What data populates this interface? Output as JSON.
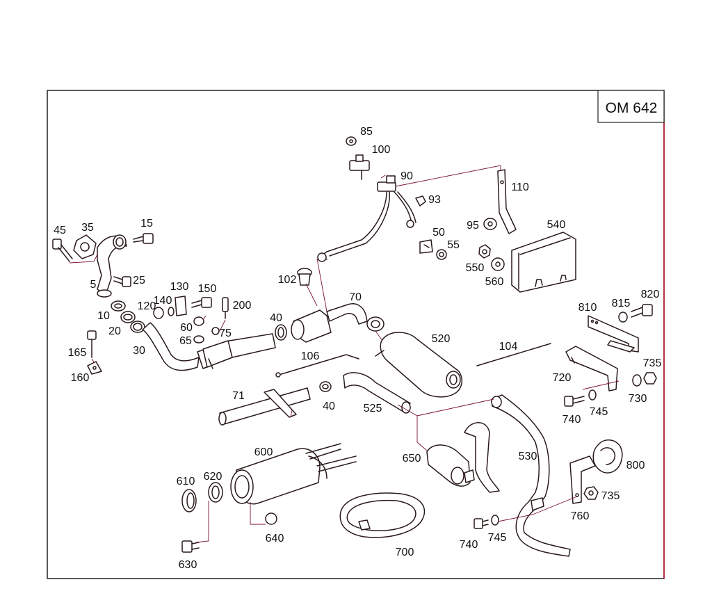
{
  "diagram": {
    "engine_code": "OM 642",
    "colors": {
      "line": "#2a1a1a",
      "leader": "#7a1030",
      "frame_accent": "#c0102a",
      "background": "#ffffff"
    },
    "callouts": [
      {
        "id": "c85",
        "text": "85"
      },
      {
        "id": "c100",
        "text": "100"
      },
      {
        "id": "c90",
        "text": "90"
      },
      {
        "id": "c110",
        "text": "110"
      },
      {
        "id": "c93",
        "text": "93"
      },
      {
        "id": "c45",
        "text": "45"
      },
      {
        "id": "c35",
        "text": "35"
      },
      {
        "id": "c15",
        "text": "15"
      },
      {
        "id": "c50",
        "text": "50"
      },
      {
        "id": "c95",
        "text": "95"
      },
      {
        "id": "c540",
        "text": "540"
      },
      {
        "id": "c55",
        "text": "55"
      },
      {
        "id": "c5",
        "text": "5"
      },
      {
        "id": "c25",
        "text": "25"
      },
      {
        "id": "c102",
        "text": "102"
      },
      {
        "id": "c550",
        "text": "550"
      },
      {
        "id": "c560",
        "text": "560"
      },
      {
        "id": "c130",
        "text": "130"
      },
      {
        "id": "c150",
        "text": "150"
      },
      {
        "id": "c140",
        "text": "140"
      },
      {
        "id": "c200",
        "text": "200"
      },
      {
        "id": "c10",
        "text": "10"
      },
      {
        "id": "c120",
        "text": "120"
      },
      {
        "id": "c70",
        "text": "70"
      },
      {
        "id": "c810",
        "text": "810"
      },
      {
        "id": "c815",
        "text": "815"
      },
      {
        "id": "c820",
        "text": "820"
      },
      {
        "id": "c60",
        "text": "60"
      },
      {
        "id": "c40a",
        "text": "40"
      },
      {
        "id": "c20",
        "text": "20"
      },
      {
        "id": "c75",
        "text": "75"
      },
      {
        "id": "c520",
        "text": "520"
      },
      {
        "id": "c65",
        "text": "65"
      },
      {
        "id": "c30",
        "text": "30"
      },
      {
        "id": "c104",
        "text": "104"
      },
      {
        "id": "c165",
        "text": "165"
      },
      {
        "id": "c106",
        "text": "106"
      },
      {
        "id": "c735a",
        "text": "735"
      },
      {
        "id": "c720",
        "text": "720"
      },
      {
        "id": "c160",
        "text": "160"
      },
      {
        "id": "c71",
        "text": "71"
      },
      {
        "id": "c730",
        "text": "730"
      },
      {
        "id": "c40b",
        "text": "40"
      },
      {
        "id": "c525",
        "text": "525"
      },
      {
        "id": "c740a",
        "text": "740"
      },
      {
        "id": "c745a",
        "text": "745"
      },
      {
        "id": "c600",
        "text": "600"
      },
      {
        "id": "c530",
        "text": "530"
      },
      {
        "id": "c650",
        "text": "650"
      },
      {
        "id": "c800",
        "text": "800"
      },
      {
        "id": "c610",
        "text": "610"
      },
      {
        "id": "c620",
        "text": "620"
      },
      {
        "id": "c735b",
        "text": "735"
      },
      {
        "id": "c760",
        "text": "760"
      },
      {
        "id": "c640",
        "text": "640"
      },
      {
        "id": "c740b",
        "text": "740"
      },
      {
        "id": "c745b",
        "text": "745"
      },
      {
        "id": "c700",
        "text": "700"
      },
      {
        "id": "c630",
        "text": "630"
      }
    ]
  }
}
